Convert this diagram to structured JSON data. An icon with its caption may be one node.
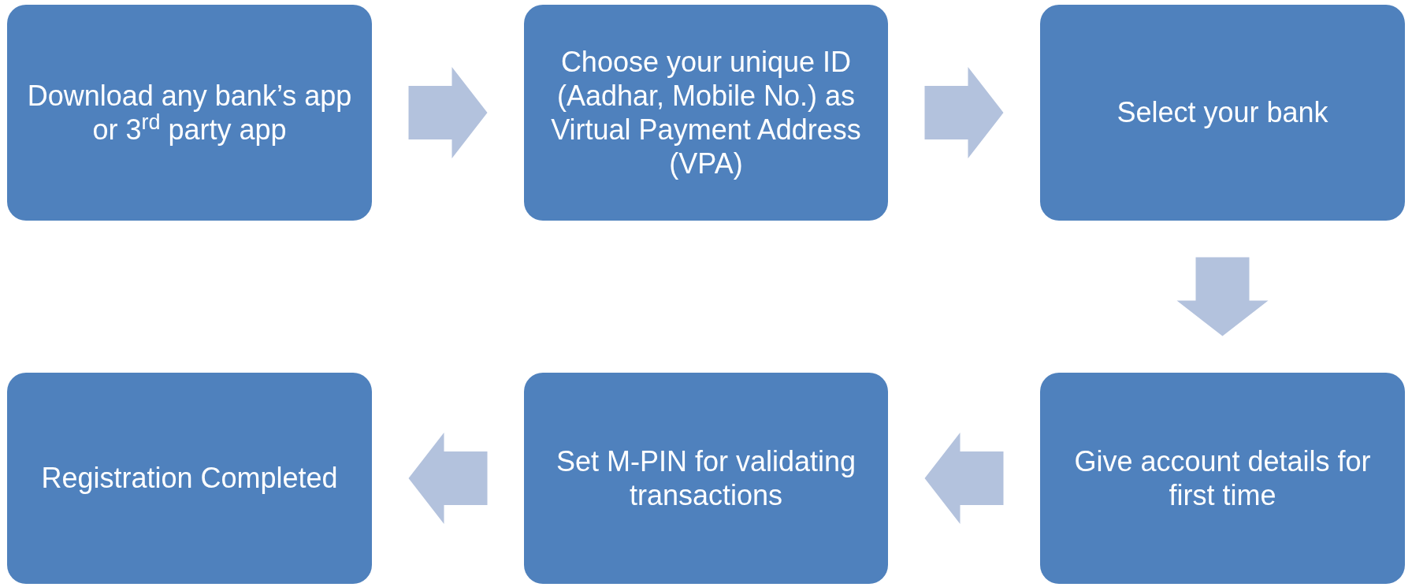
{
  "diagram": {
    "nodes": [
      {
        "text": [
          "Download any bank’s app or 3$^{rd}$ party app"
        ]
      },
      {
        "text": [
          "Choose your unique ID (Aadhar, Mobile No.) as Virtual Payment Address (VPA)"
        ]
      },
      {
        "text": [
          "Select your bank"
        ]
      },
      {
        "text": [
          "Registration Completed"
        ]
      },
      {
        "text": [
          "Set M-PIN for validating transactions"
        ]
      },
      {
        "text": [
          "Give account details for first time"
        ]
      }
    ],
    "edges": [
      {
        "from": 0,
        "to": 1,
        "arrow": "to"
      },
      {
        "from": 1,
        "to": 2,
        "arrow": "to"
      },
      {
        "from": 2,
        "to": 5,
        "arrow": "to"
      },
      {
        "from": 5,
        "to": 4,
        "arrow": "to"
      },
      {
        "from": 4,
        "to": 3,
        "arrow": "to"
      }
    ]
  }
}
